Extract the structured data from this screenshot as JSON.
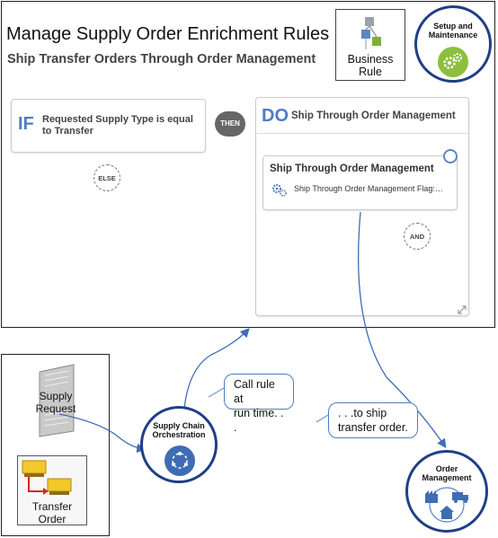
{
  "header": {
    "title": "Manage Supply Order Enrichment Rules",
    "subtitle": "Ship Transfer Orders Through Order Management"
  },
  "business_rule": {
    "label_line1": "Business",
    "label_line2": "Rule"
  },
  "setup_badge": {
    "line1": "Setup and",
    "line2": "Maintenance"
  },
  "rule": {
    "if_keyword": "IF",
    "if_condition": "Requested Supply Type is equal to Transfer",
    "then_label": "THEN",
    "else_label": "ELSE",
    "do_keyword": "DO",
    "do_title": "Ship Through Order Management",
    "action_title": "Ship Through Order Management",
    "action_detail": "Ship Through Order Management Flag:…",
    "and_label": "AND"
  },
  "flow": {
    "supply_request_line1": "Supply",
    "supply_request_line2": "Request",
    "transfer_order_line1": "Transfer",
    "transfer_order_line2": "Order",
    "orchestration_line1": "Supply Chain",
    "orchestration_line2": "Orchestration",
    "bubble_call_line1": "Call rule at",
    "bubble_call_line2": "run time. . .",
    "bubble_ship_line1": ". . .to ship",
    "bubble_ship_line2": "transfer order.",
    "order_mgmt_line1": "Order",
    "order_mgmt_line2": "Management"
  },
  "colors": {
    "accent_blue": "#4e7cc2",
    "badge_border": "#1f3f86",
    "gear_green": "#8cbf3f",
    "orchestration_blue": "#3f6db5",
    "then_gray": "#666666"
  }
}
